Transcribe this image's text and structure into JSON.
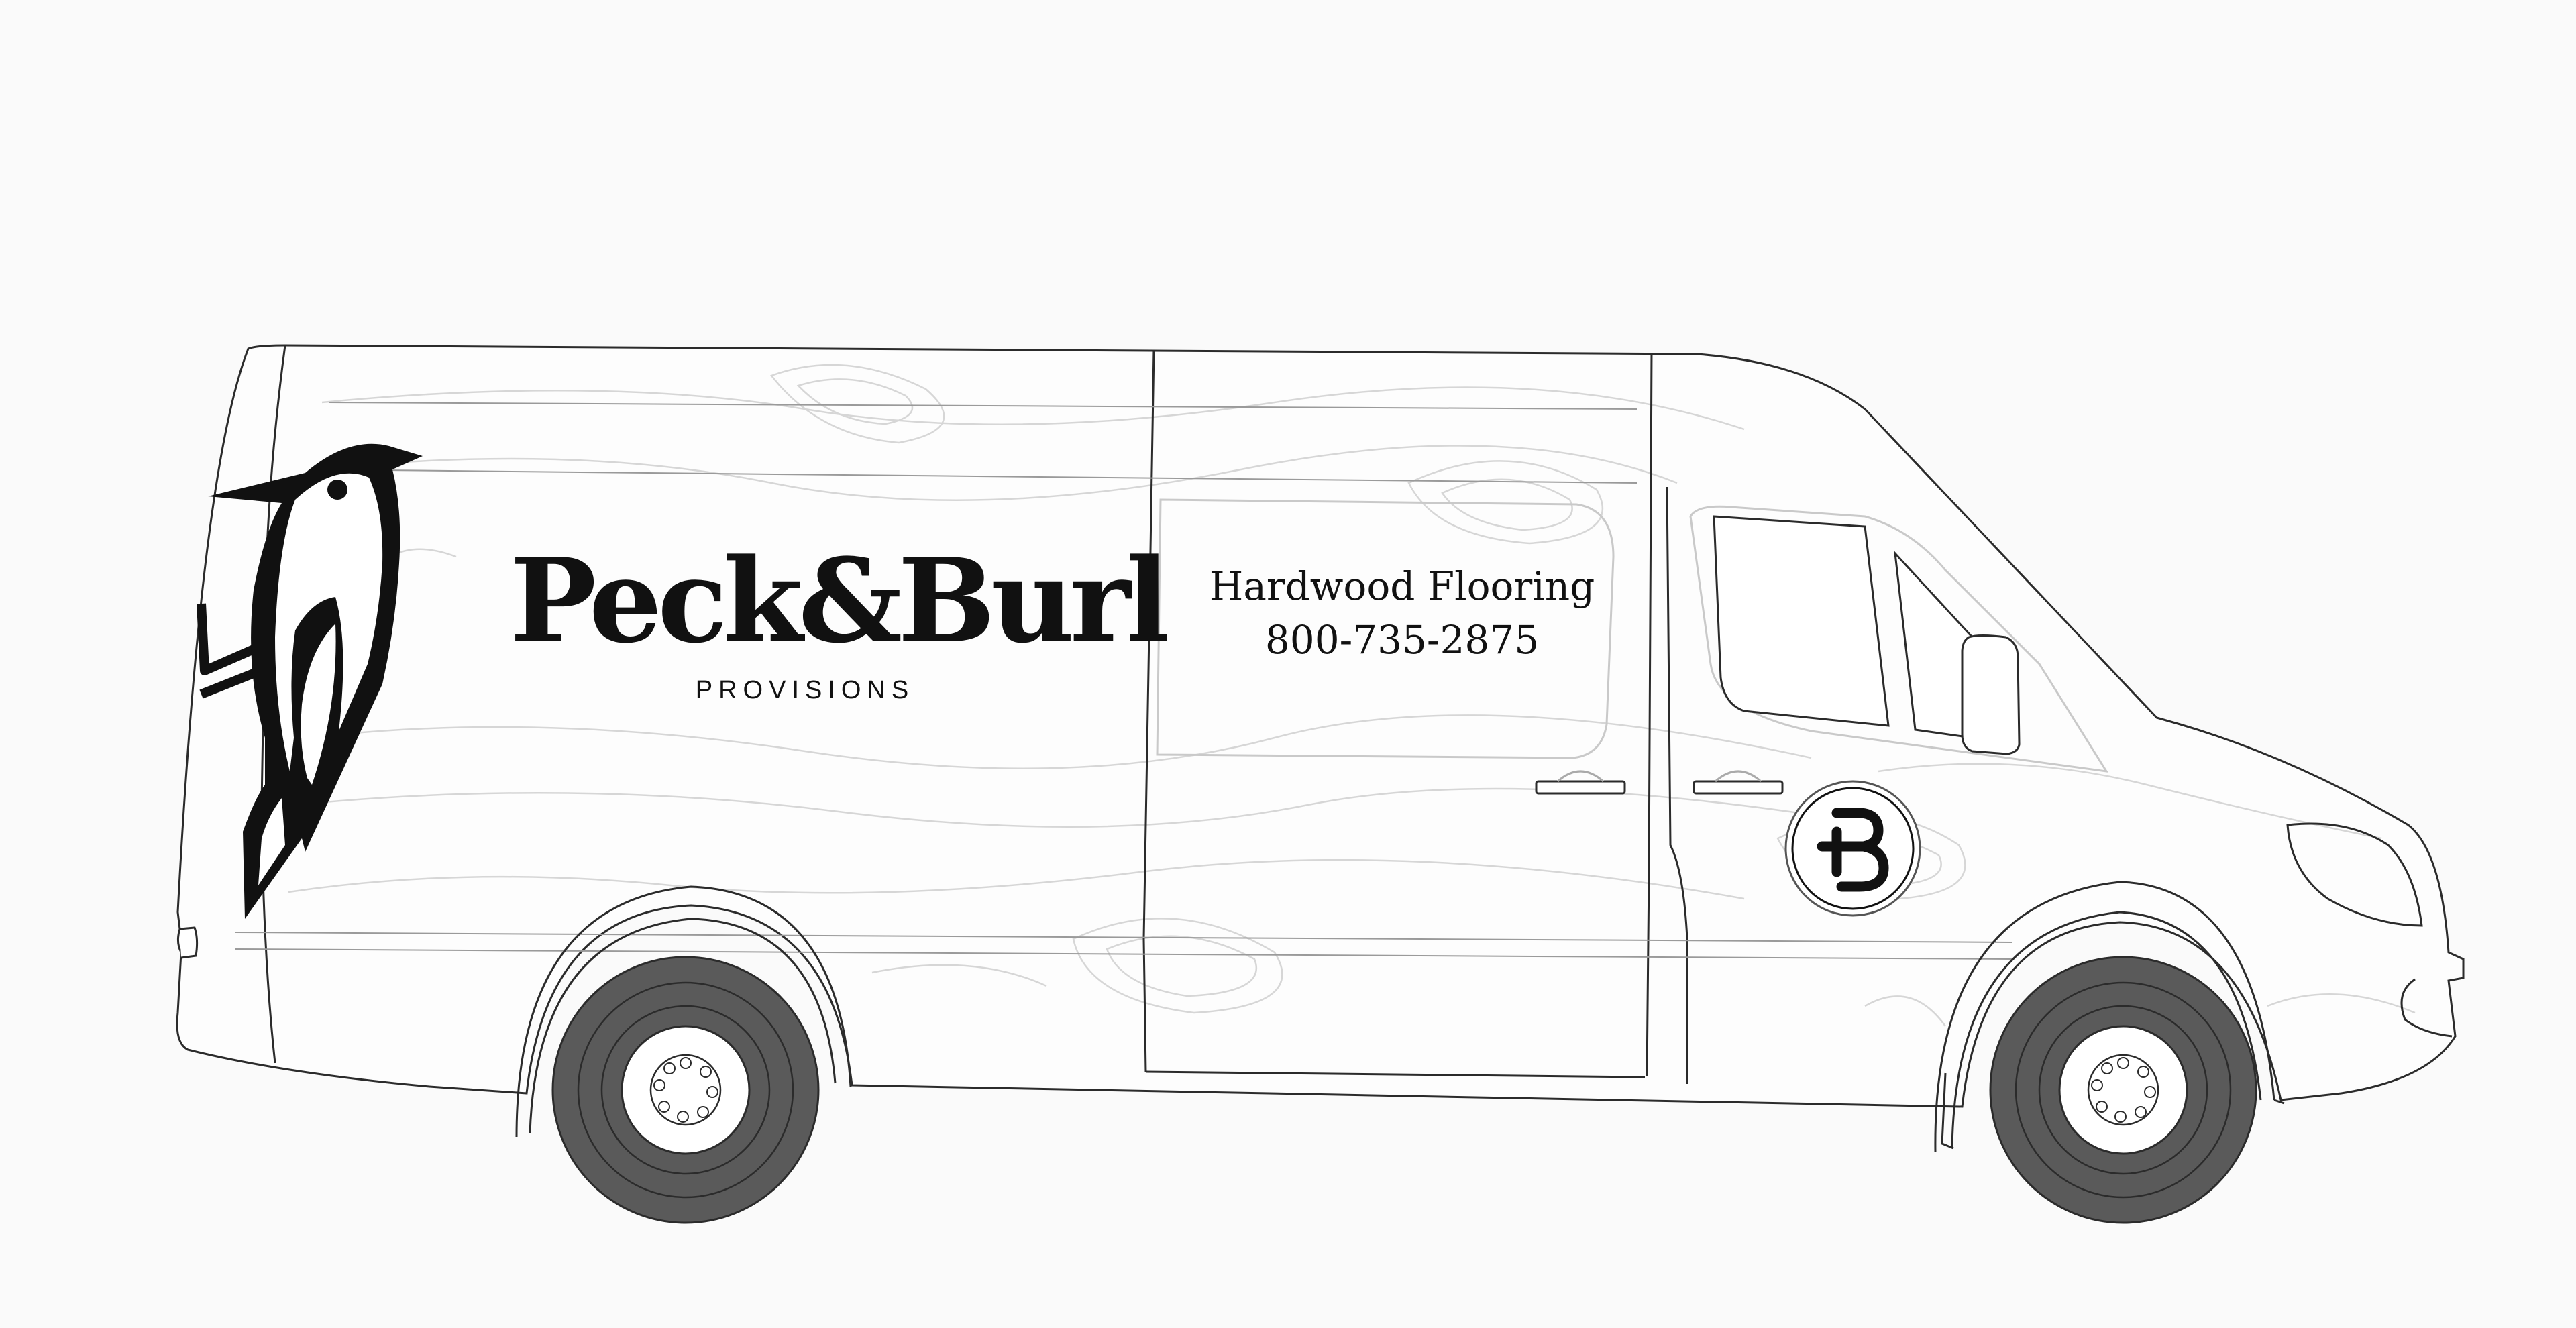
{
  "brand": {
    "name": "Peck&Burl",
    "subtitle": "PROVISIONS"
  },
  "service": {
    "description": "Hardwood Flooring",
    "phone": "800-735-2875"
  },
  "emblem": {
    "letter": "B"
  },
  "icons": {
    "logo": "woodpecker-icon",
    "door_emblem": "b-monogram-icon"
  },
  "colors": {
    "background": "#fafafa",
    "outline": "#2b2b2b",
    "tire": "#5a5a5a",
    "wood_grain": "#d6d6d6",
    "ink": "#111111"
  }
}
